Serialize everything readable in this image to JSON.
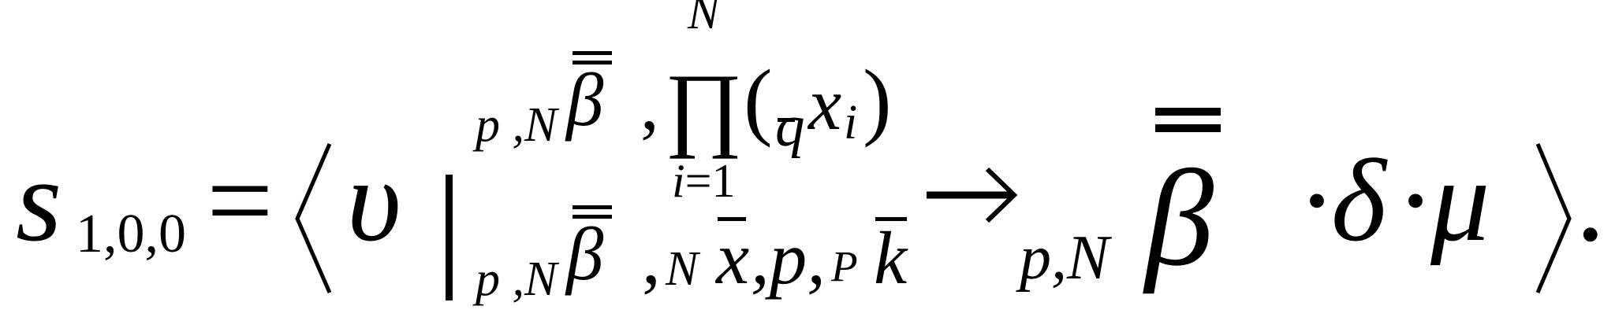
{
  "formula": {
    "lhs": {
      "symbol": "s",
      "subscript": "1,0,0"
    },
    "equals": "=",
    "upper": {
      "sub_pN": "p ,N",
      "beta": "β",
      "comma": ",",
      "product": "∏",
      "product_upper": "N",
      "product_lower_i": "i",
      "product_lower_rest": "=1",
      "open_paren": "(",
      "q": "q",
      "x": "x",
      "x_sub": "i",
      "close_paren": ")"
    },
    "upsilon": "υ",
    "lower": {
      "sub_pN": "p ,N",
      "beta": "β",
      "comma": ",",
      "N": "N",
      "x": "x",
      "comma_p_comma": ",p,",
      "P": "P",
      "k": "k"
    },
    "right": {
      "sub_pN": "p,N",
      "beta": "β",
      "dot1": "·",
      "delta": "δ",
      "dot2": "·",
      "mu": "μ",
      "period": "."
    }
  }
}
